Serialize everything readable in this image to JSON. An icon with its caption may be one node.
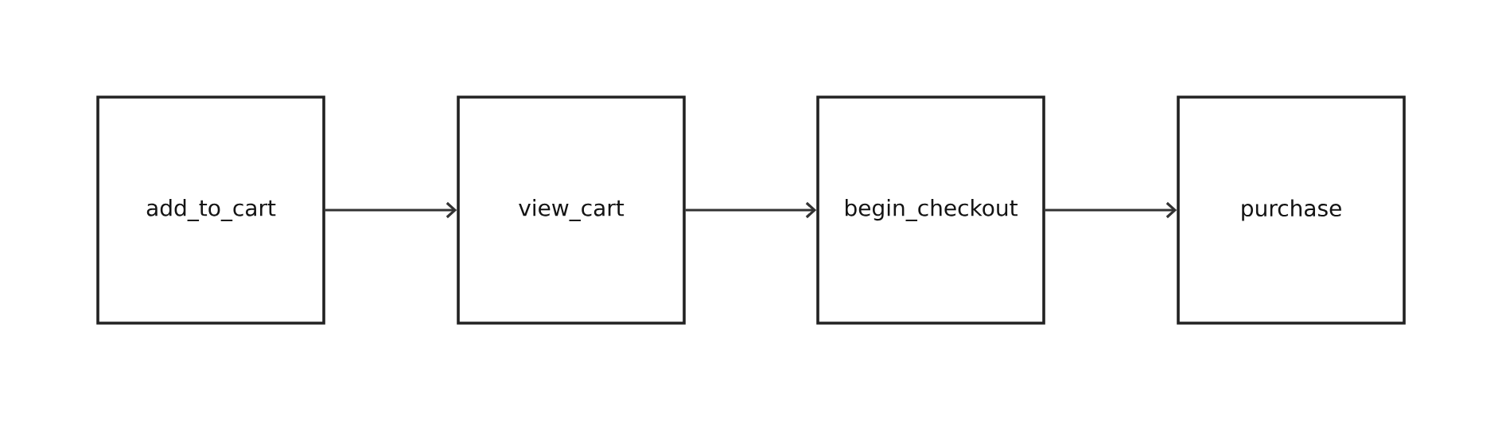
{
  "diagram": {
    "nodes": [
      {
        "text": [
          "add_to_cart"
        ]
      },
      {
        "text": [
          "view_cart"
        ]
      },
      {
        "text": [
          "begin_checkout"
        ]
      },
      {
        "text": [
          "purchase"
        ]
      }
    ],
    "edges": [
      {
        "from": 0,
        "to": 1,
        "arrow": "to"
      },
      {
        "from": 1,
        "to": 2,
        "arrow": "to"
      },
      {
        "from": 2,
        "to": 3,
        "arrow": "to"
      }
    ]
  }
}
